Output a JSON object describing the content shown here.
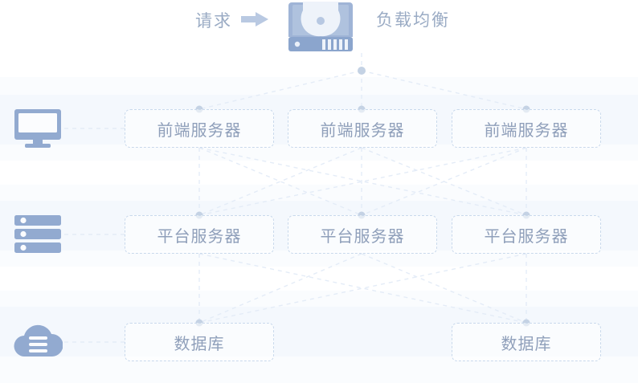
{
  "diagram": {
    "title_request": "请求",
    "title_load_balancer": "负载均衡",
    "icons": {
      "request_arrow": "arrow-right-icon",
      "load_balancer": "hard-disk-icon",
      "row1": "monitor-icon",
      "row2": "server-rack-icon",
      "row3": "cloud-database-icon"
    },
    "colors": {
      "icon_blue": "#92aad0",
      "icon_blue_dark": "#7e97c0",
      "text_blue": "#8f9fba",
      "header_text": "#9aabc4",
      "dash_border": "#c9d9ec",
      "link_line": "#e3ebf6",
      "node_dot": "#c4d2e4",
      "band_bg": "#f4f8fd",
      "page_bg": "#ffffff"
    },
    "rows": [
      {
        "name": "frontend-row",
        "icon": "monitor-icon",
        "nodes": [
          {
            "label": "前端服务器"
          },
          {
            "label": "前端服务器"
          },
          {
            "label": "前端服务器"
          }
        ]
      },
      {
        "name": "platform-row",
        "icon": "server-rack-icon",
        "nodes": [
          {
            "label": "平台服务器"
          },
          {
            "label": "平台服务器"
          },
          {
            "label": "平台服务器"
          }
        ]
      },
      {
        "name": "database-row",
        "icon": "cloud-database-icon",
        "nodes": [
          {
            "label": "数据库"
          },
          {
            "label": "数据库"
          }
        ]
      }
    ]
  }
}
